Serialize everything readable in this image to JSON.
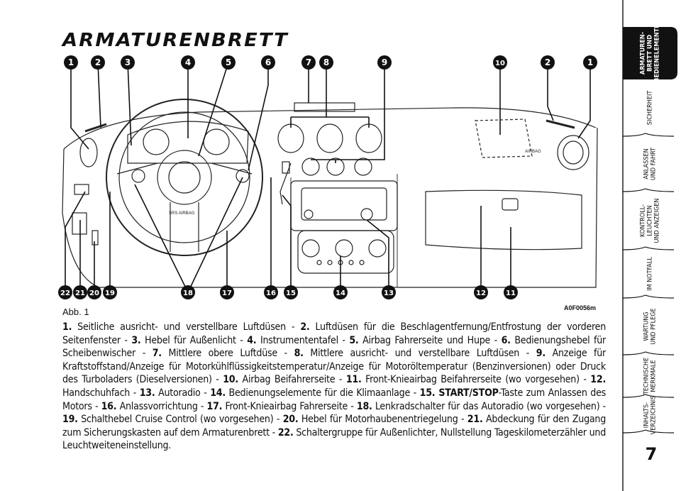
{
  "page": {
    "title": "ARMATURENBRETT",
    "figure_label": "Abb. 1",
    "figure_code": "A0F0056m",
    "page_number": "7"
  },
  "callouts_top": [
    "1",
    "2",
    "3",
    "4",
    "5",
    "6",
    "7",
    "8",
    "9",
    "10",
    "2",
    "1"
  ],
  "callouts_bottom": [
    "22",
    "21",
    "20",
    "19",
    "18",
    "17",
    "16",
    "15",
    "14",
    "13",
    "12",
    "11"
  ],
  "dashboard_labels": {
    "airbag_text": "AIRBAG",
    "srs_text": "SRS AIRBAG"
  },
  "sidebar_tabs": [
    {
      "label_lines": [
        "ARMATUREN-",
        "BRETT UND",
        "BEDIENELEMENTE"
      ],
      "active": true
    },
    {
      "label_lines": [
        "SICHERHEIT"
      ],
      "active": false
    },
    {
      "label_lines": [
        "ANLASSEN",
        "UND FAHRT"
      ],
      "active": false
    },
    {
      "label_lines": [
        "KONTROLL-",
        "LEUCHTEN",
        "UND ANZEIGEN"
      ],
      "active": false
    },
    {
      "label_lines": [
        "IM NOTFALL"
      ],
      "active": false
    },
    {
      "label_lines": [
        "WARTUNG",
        "UND PFLEGE"
      ],
      "active": false
    },
    {
      "label_lines": [
        "TECHNISCHE",
        "MERKMALE"
      ],
      "active": false
    },
    {
      "label_lines": [
        "INHALTS-",
        "VERZEICHNIS"
      ],
      "active": false
    }
  ],
  "caption": [
    {
      "num": "1.",
      "text": " Seitliche ausricht- und verstellbare Luftdüsen - "
    },
    {
      "num": "2.",
      "text": " Luftdüsen für die Beschlagentfernung/Entfrostung der vorderen Seitenfenster - "
    },
    {
      "num": "3.",
      "text": " Hebel für Außenlicht - "
    },
    {
      "num": "4.",
      "text": " Instrumententafel - "
    },
    {
      "num": "5.",
      "text": " Airbag Fahrerseite und Hupe - "
    },
    {
      "num": "6.",
      "text": " Bedienungshebel für Scheibenwischer - "
    },
    {
      "num": "7.",
      "text": " Mittlere obere Luftdüse - "
    },
    {
      "num": "8.",
      "text": " Mittlere ausricht- und verstellbare Luftdüsen - "
    },
    {
      "num": "9.",
      "text": " Anzeige für Kraftstoffstand/Anzeige für Motorkühlflüssigkeitstemperatur/Anzeige für Motoröltemperatur (Benzinversionen) oder Druck des Turboladers (Dieselversionen) - "
    },
    {
      "num": "10.",
      "text": " Airbag Beifahrerseite - "
    },
    {
      "num": "11.",
      "text": " Front-Knieairbag Beifahrerseite (wo vorgesehen) - "
    },
    {
      "num": "12.",
      "text": " Handschuhfach - "
    },
    {
      "num": "13.",
      "text": " Autoradio - "
    },
    {
      "num": "14.",
      "text": " Bedienungselemente für die Klimaanlage - "
    },
    {
      "num": "15. START/STOP",
      "text": "-Taste zum Anlassen des Motors - "
    },
    {
      "num": "16.",
      "text": " Anlassvorrichtung - "
    },
    {
      "num": "17.",
      "text": " Front-Knieairbag Fahrerseite - "
    },
    {
      "num": "18.",
      "text": " Lenkradschalter für das Autoradio (wo vorgesehen) - "
    },
    {
      "num": "19.",
      "text": " Schalthebel Cruise Control (wo vorgesehen) - "
    },
    {
      "num": "20.",
      "text": " Hebel für Motorhaubenentriegelung - "
    },
    {
      "num": "21.",
      "text": " Abdeckung für den Zugang zum Sicherungskasten auf dem Armaturenbrett - "
    },
    {
      "num": "22.",
      "text": " Schaltergruppe für Außenlichter, Nullstellung Tageskilometerzähler und Leuchtweiteneinstellung."
    }
  ]
}
